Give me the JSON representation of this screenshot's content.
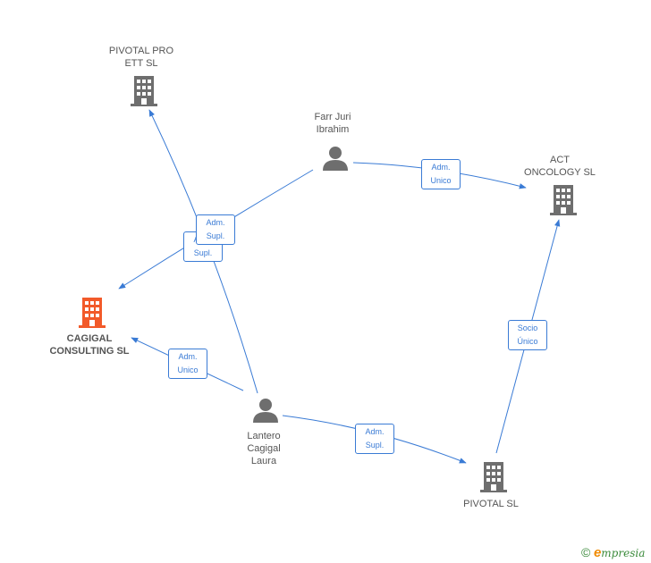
{
  "nodes": {
    "pivotal_pro_ett": {
      "label": "PIVOTAL PRO\nETT SL"
    },
    "farr_juri": {
      "label": "Farr Juri\nIbrahim"
    },
    "act_oncology": {
      "label": "ACT\nONCOLOGY  SL"
    },
    "cagigal": {
      "label": "CAGIGAL\nCONSULTING SL"
    },
    "lantero": {
      "label": "Lantero\nCagigal\nLaura"
    },
    "pivotal": {
      "label": "PIVOTAL SL"
    }
  },
  "edges": {
    "farr_act": {
      "label": "Adm.\nUnico"
    },
    "farr_cagigal": {
      "label": "Adm.\nSupl."
    },
    "lantero_pivotal_pro": {
      "label": "Adm.\nSupl."
    },
    "lantero_cagigal": {
      "label": "Adm.\nUnico"
    },
    "lantero_pivotal": {
      "label": "Adm.\nSupl."
    },
    "pivotal_act": {
      "label": "Socio\nÚnico"
    }
  },
  "colors": {
    "edge": "#3a7bd5",
    "icon": "#6e6e6e",
    "highlight": "#f25a2a"
  },
  "brand": {
    "copyright": "©",
    "e": "e",
    "rest": "mpresia"
  }
}
